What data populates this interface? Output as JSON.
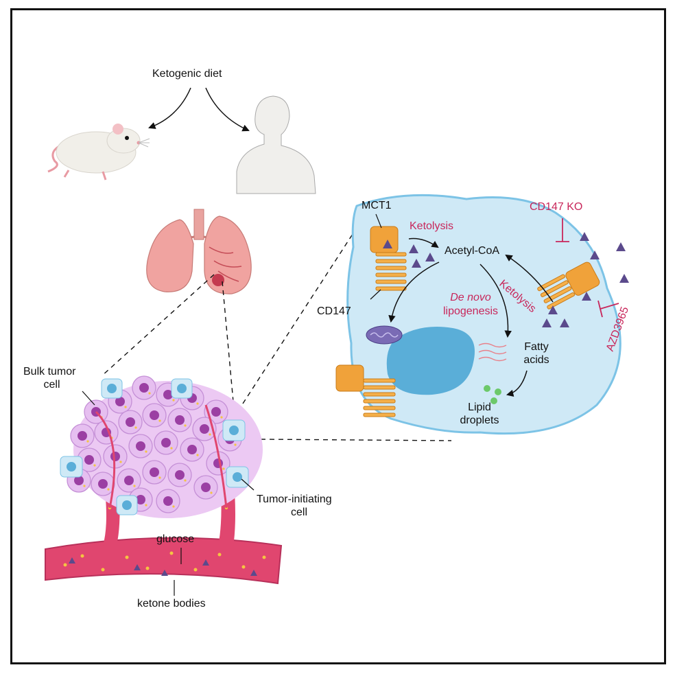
{
  "labels": {
    "ketogenic_diet": "Ketogenic diet",
    "mct1": "MCT1",
    "ketolysis_top": "Ketolysis",
    "acetyl_coa": "Acetyl-CoA",
    "cd147_ko": "CD147 KO",
    "ketolysis_right": "Ketolysis",
    "cd147": "CD147",
    "de_novo": "De novo",
    "lipogenesis": "lipogenesis",
    "azd3965": "AZD3965",
    "fatty": "Fatty",
    "acids": "acids",
    "lipid": "Lipid",
    "droplets": "droplets",
    "bulk_tumor": "Bulk tumor",
    "cell": "cell",
    "tumor_initiating": "Tumor-initiating",
    "tumor_initiating_cell": "cell",
    "glucose": "glucose",
    "ketone_bodies": "ketone bodies"
  },
  "colors": {
    "accent_red": "#c8265a",
    "cell_fill": "#cfe9f6",
    "cell_stroke": "#7cc3e6",
    "nucleus": "#5aaed8",
    "transporter": "#f0a23a",
    "ketone_triangle": "#5b4a8c",
    "tumor_cell": "#e3b8ee",
    "tumor_nucleus": "#9b3fa3",
    "vessel": "#e0466f",
    "lung": "#f0a3a0",
    "lipid_droplet": "#6cc96a"
  }
}
